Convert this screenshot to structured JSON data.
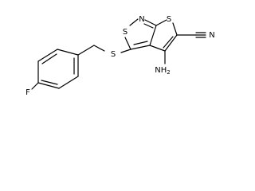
{
  "molecule": {
    "atoms": {
      "n_ring": "N",
      "s_ring_top": "S",
      "s_ring_left": "S",
      "s_thioether": "S",
      "n_nitrile": "N",
      "amino_label": "NH",
      "amino_subscript": "2",
      "fluorine": "F"
    }
  }
}
